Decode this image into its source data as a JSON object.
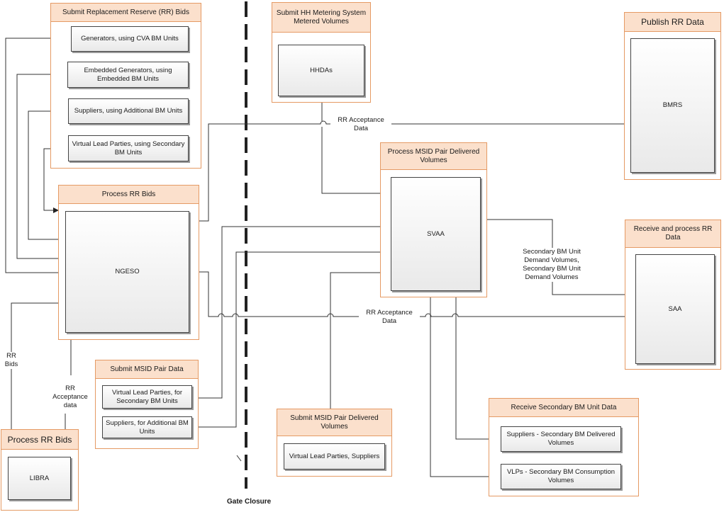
{
  "lanes": {
    "submit_rr": "Submit Replacement Reserve (RR) Bids",
    "process_rr_ngeso": "Process RR Bids",
    "submit_msid": "Submit MSID Pair Data",
    "process_rr_libra": "Process RR Bids",
    "submit_hh": "Submit HH Metering System Metered Volumes",
    "process_msid": "Process MSID Pair Delivered Volumes",
    "submit_msid_delivered": "Submit MSID Pair Delivered Volumes",
    "publish_rr": "Publish RR Data",
    "receive_process_rr": "Receive and process  RR Data",
    "receive_secondary": "Receive Secondary BM Unit Data"
  },
  "boxes": {
    "generators": "Generators, using CVA BM Units",
    "embedded": "Embedded Generators, using Embedded BM Units",
    "suppliers_additional": "Suppliers, using Additional BM Units",
    "vlp_secondary": "Virtual Lead Parties, using Secondary BM Units",
    "ngeso": "NGESO",
    "vlp_for_secondary": "Virtual Lead Parties, for Secondary BM Units",
    "suppliers_for_additional": "Suppliers, for Additional BM Units",
    "libra": "LIBRA",
    "hhdas": "HHDAs",
    "svaa": "SVAA",
    "vlp_suppliers": "Virtual Lead Parties, Suppliers",
    "bmrs": "BMRS",
    "saa": "SAA",
    "suppliers_delivered": "Suppliers - Secondary BM Delivered Volumes",
    "vlps_consumption": "VLPs - Secondary BM Consumption Volumes"
  },
  "labels": {
    "rr_acceptance_top": "RR Acceptance Data",
    "rr_acceptance_mid": "RR Acceptance Data",
    "secondary_demand": "Secondary BM Unit Demand Volumes, Secondary BM Unit Demand Volumes",
    "rr_bids": "RR Bids",
    "rr_acceptance_libra": "RR Acceptance data",
    "gate_closure": "Gate Closure"
  }
}
